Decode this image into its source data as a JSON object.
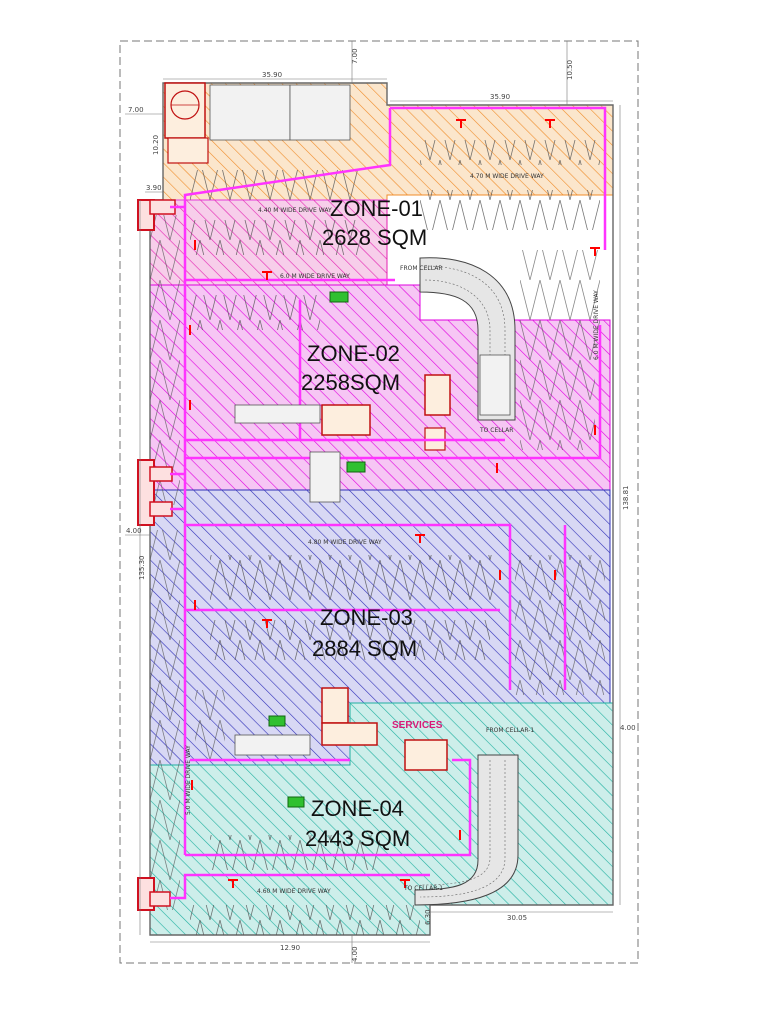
{
  "zones": [
    {
      "name": "ZONE-01",
      "area": "2628 SQM",
      "color": "#f08c2a"
    },
    {
      "name": "ZONE-02",
      "area": "2258SQM",
      "color": "#e000e0"
    },
    {
      "name": "ZONE-03",
      "area": "2884 SQM",
      "color": "#2a2ab4"
    },
    {
      "name": "ZONE-04",
      "area": "2443 SQM",
      "color": "#20b0a0"
    }
  ],
  "labels": {
    "services": "SERVICES",
    "from_cellar_top": "FROM CELLAR",
    "from_cellar_bottom": "FROM CELLAR-1",
    "to_cellar_mid": "TO CELLAR",
    "to_cellar_bottom": "TO CELLAR-1"
  },
  "driveways": {
    "d1": "4.70 M WIDE DRIVE WAY",
    "d2": "4.40 M WIDE DRIVE WAY",
    "d3": "6.0 M WIDE DRIVE WAY",
    "d4": "4.80 M WIDE DRIVE WAY",
    "d5": "4.60 M WIDE DRIVE WAY",
    "d6": "5.0 M WIDE DRIVE WAY",
    "d7": "6.0 M WIDE DRIVE WAY"
  },
  "dimensions": {
    "top_width": "35.90",
    "top_right": "35.90",
    "left_offset": "7.00",
    "top_offset_1": "7.00",
    "top_offset_2": "10.50",
    "side_a": "3.90",
    "side_b": "4.00",
    "side_c": "4.00",
    "right_total": "138.81",
    "left_total": "135.30",
    "bottom_right": "30.05",
    "bottom_left": "12.90",
    "bottom_offset": "4.00",
    "bottom_gap": "6.30",
    "small_1": "10.20"
  },
  "colors": {
    "riser": "#ff33ff",
    "equipment": "#d01020",
    "fire": "#ff0000",
    "panel_green": "#20c020"
  }
}
